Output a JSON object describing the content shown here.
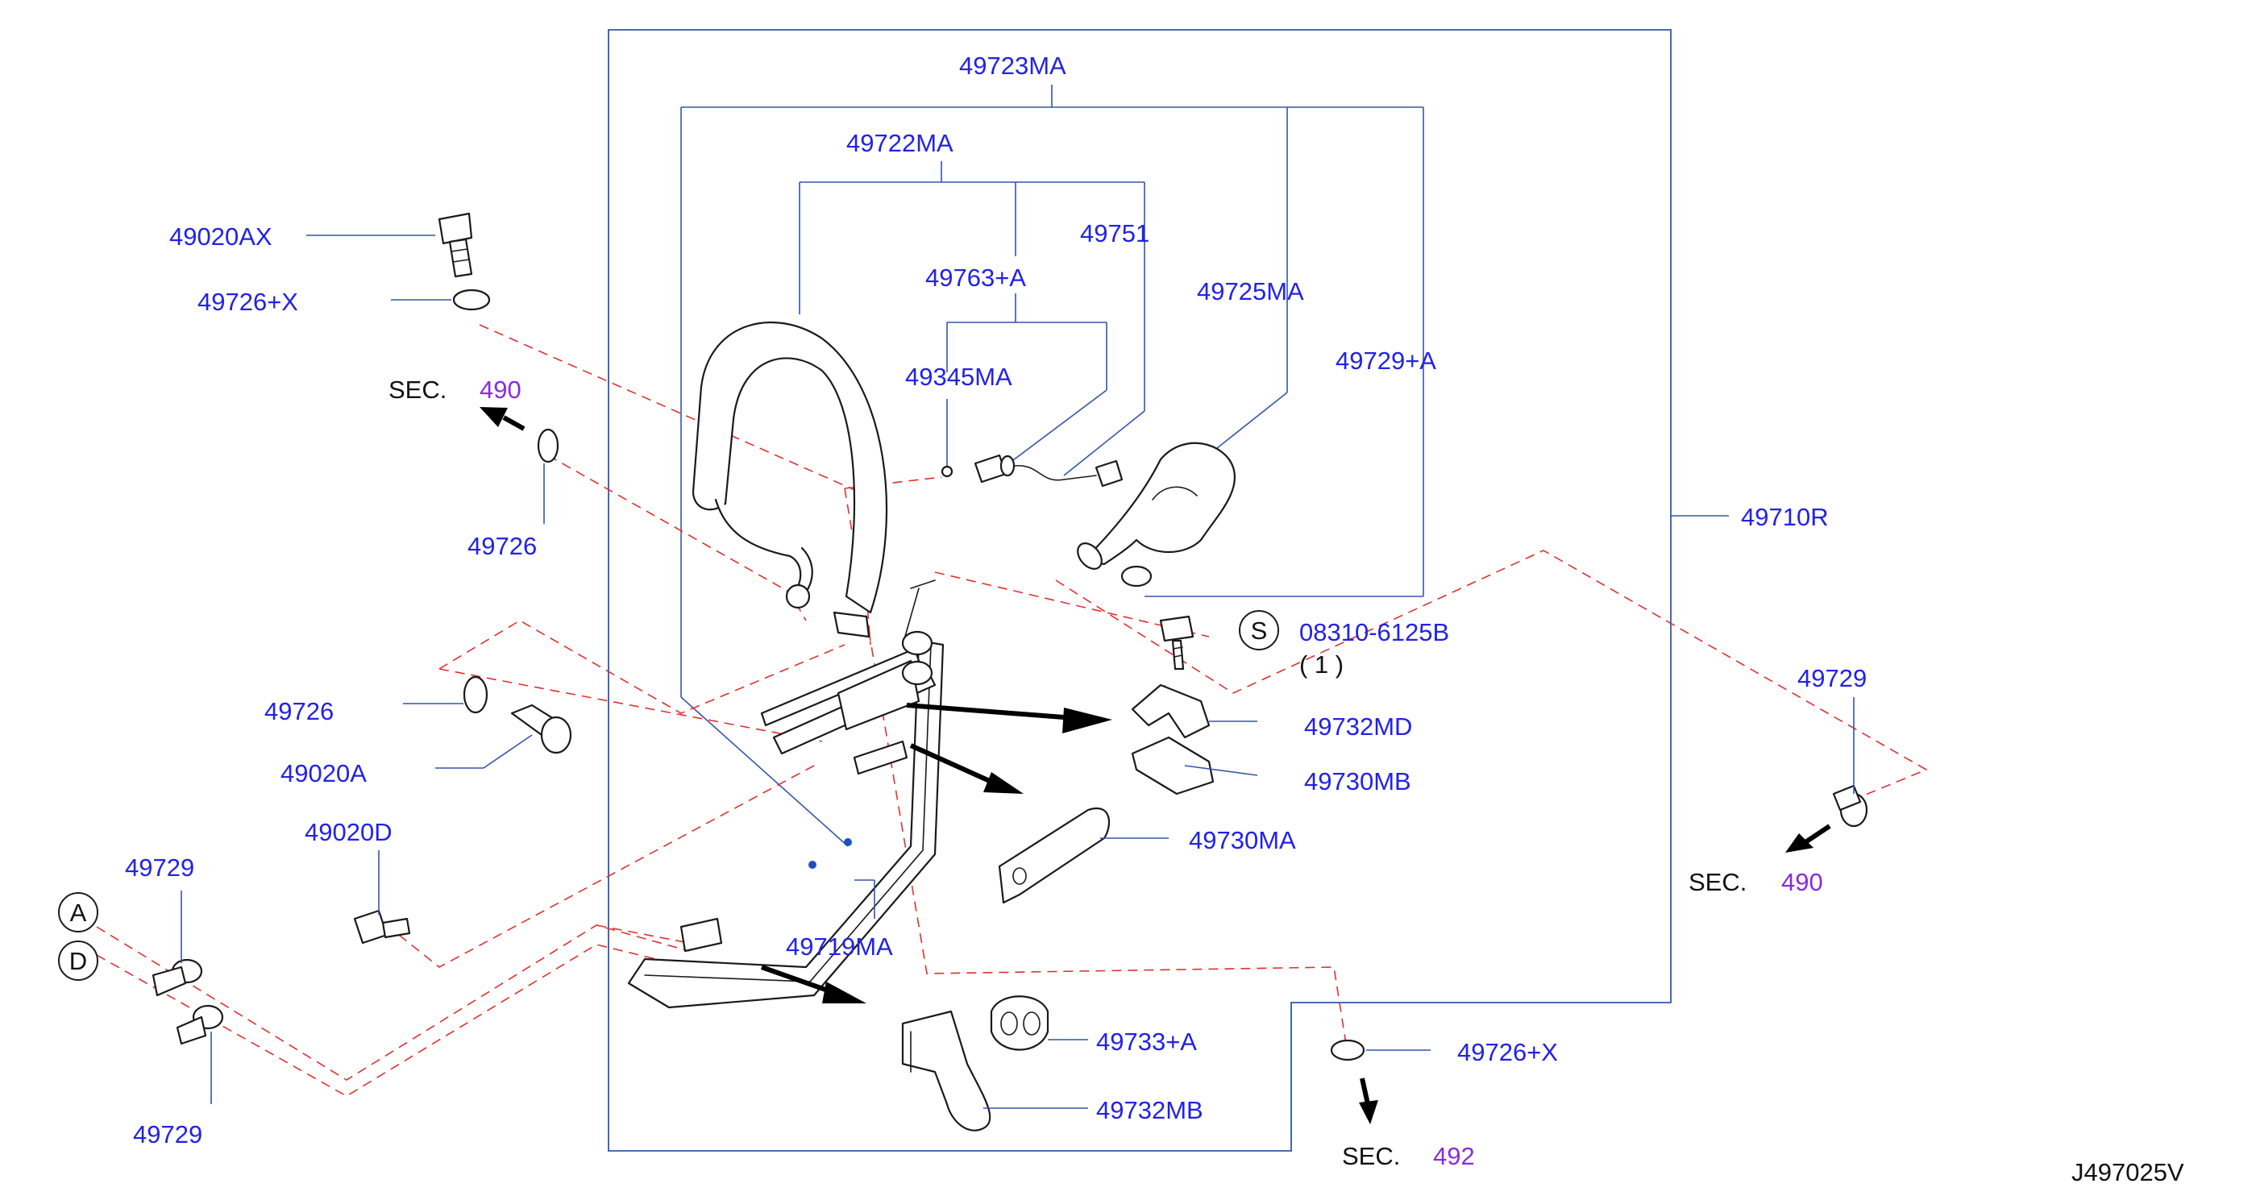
{
  "diagram_id": "J497025V",
  "labels": {
    "p49723MA": "49723MA",
    "p49722MA": "49722MA",
    "p49751": "49751",
    "p49763A": "49763+A",
    "p49725MA": "49725MA",
    "p49345MA": "49345MA",
    "p49729A": "49729+A",
    "p49020AX": "49020AX",
    "p49726X_top": "49726+X",
    "p49726_a": "49726",
    "p49726_b": "49726",
    "p49020A": "49020A",
    "p49020D": "49020D",
    "p49729_left_top": "49729",
    "p49729_left_bottom": "49729",
    "p49729_right": "49729",
    "p49710R": "49710R",
    "p08310": "08310-6125B",
    "p08310_qty": "( 1 )",
    "p49732MD": "49732MD",
    "p49730MB": "49730MB",
    "p49730MA": "49730MA",
    "p49719MA": "49719MA",
    "p49733A": "49733+A",
    "p49732MB": "49732MB",
    "p49726X_bottom": "49726+X"
  },
  "sections": {
    "sec_prefix": "SEC.",
    "sec_left": "490",
    "sec_right": "490",
    "sec_bottom": "492"
  },
  "markers": {
    "A": "A",
    "D": "D",
    "S": "S"
  }
}
